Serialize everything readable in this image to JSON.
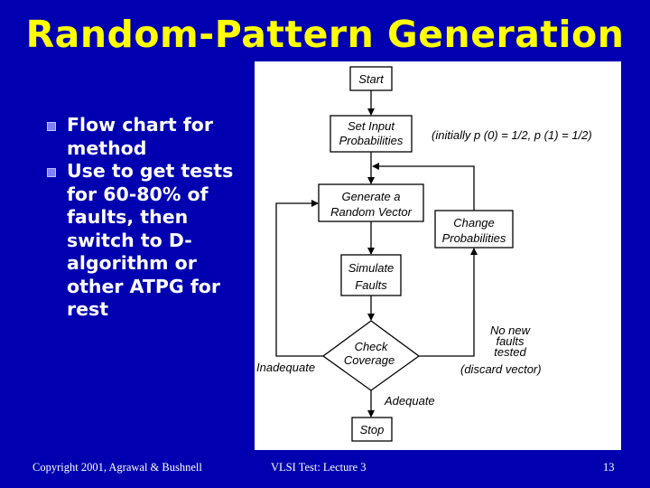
{
  "slide": {
    "title": "Random-Pattern Generation",
    "bullets": [
      "Flow chart for method",
      "Use to get tests for 60-80% of faults, then switch to D-algorithm or other ATPG for rest"
    ],
    "footer_left": "Copyright 2001, Agrawal & Bushnell",
    "footer_center": "VLSI Test: Lecture 3",
    "page_number": "13"
  },
  "flowchart": {
    "start": "Start",
    "set_input_line1": "Set Input",
    "set_input_line2": "Probabilities",
    "initial_note": "(initially p (0) = 1/2, p (1) = 1/2)",
    "generate_line1": "Generate a",
    "generate_line2": "Random Vector",
    "change_line1": "Change",
    "change_line2": "Probabilities",
    "simulate_line1": "Simulate",
    "simulate_line2": "Faults",
    "check_line1": "Check",
    "check_line2": "Coverage",
    "inadequate": "Inadequate",
    "adequate": "Adequate",
    "no_new_line1": "No new",
    "no_new_line2": "faults",
    "no_new_line3": "tested",
    "discard": "(discard vector)",
    "stop": "Stop"
  },
  "colors": {
    "background": "#0000b0",
    "title": "#ffff00",
    "text": "#ffffff"
  }
}
